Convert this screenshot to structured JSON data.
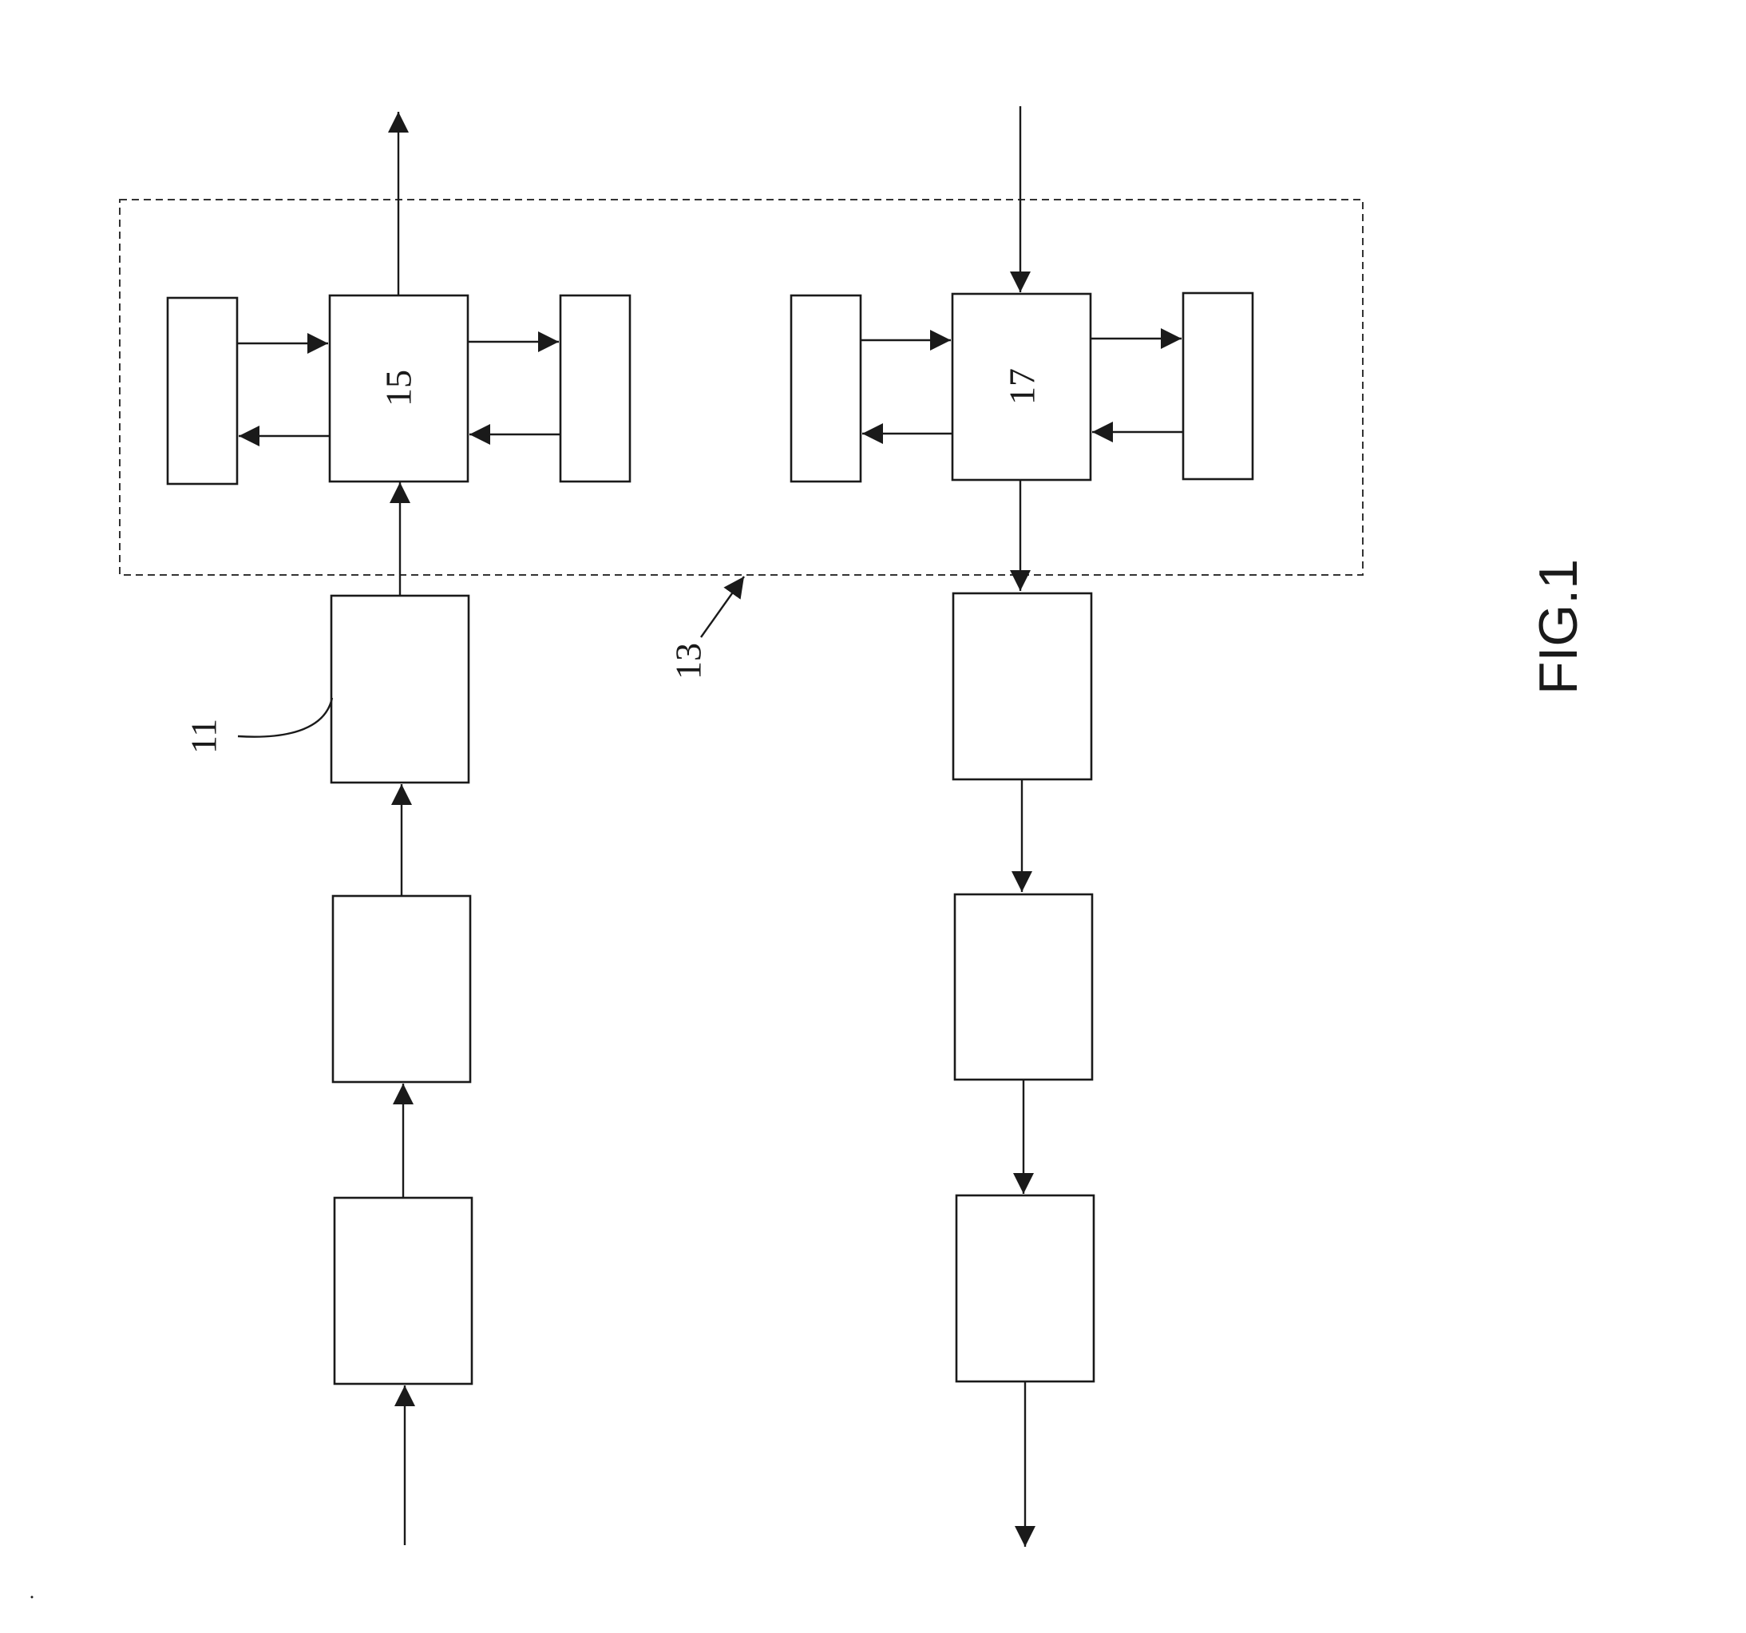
{
  "labels": {
    "block_15": "15",
    "block_17": "17",
    "ref_11": "11",
    "ref_13": "13",
    "figure": "FIG.1"
  },
  "colors": {
    "line": "#1a1a1a",
    "background": "#ffffff"
  }
}
